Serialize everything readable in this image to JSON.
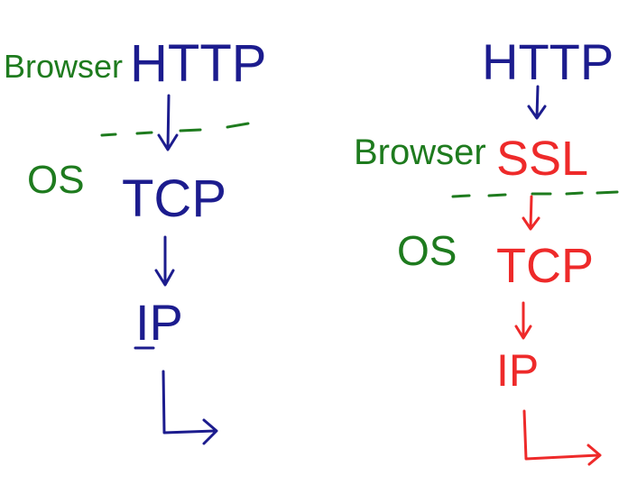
{
  "colors": {
    "blue": "#1c1c8e",
    "green": "#1e7b1e",
    "red": "#ee2a2a"
  },
  "left_stack": {
    "browser_label": "Browser",
    "os_label": "OS",
    "layers": [
      "HTTP",
      "TCP",
      "IP"
    ]
  },
  "right_stack": {
    "browser_label": "Browser",
    "os_label": "OS",
    "layers": [
      "HTTP",
      "SSL",
      "TCP",
      "IP"
    ]
  }
}
